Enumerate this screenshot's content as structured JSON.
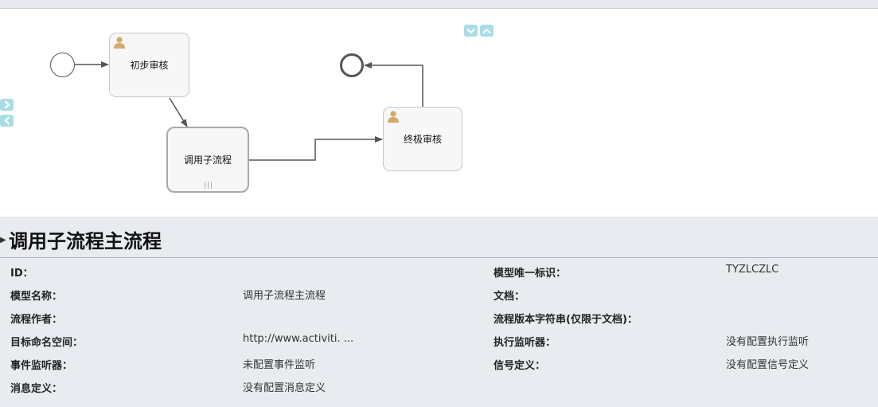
{
  "diagram": {
    "nodes": {
      "initial_review": "初步审核",
      "call_subprocess": "调用子流程",
      "final_review": "终极审核"
    }
  },
  "process": {
    "title": "调用子流程主流程"
  },
  "properties": {
    "id": {
      "label": "ID：",
      "value": ""
    },
    "model_key": {
      "label": "模型唯一标识：",
      "value": "TYZLCZLC"
    },
    "model_name": {
      "label": "模型名称：",
      "value": "调用子流程主流程"
    },
    "document": {
      "label": "文档：",
      "value": ""
    },
    "author": {
      "label": "流程作者：",
      "value": ""
    },
    "version_string": {
      "label": "流程版本字符串(仅限于文档)：",
      "value": ""
    },
    "namespace": {
      "label": "目标命名空间：",
      "value": "http://www.activiti. ..."
    },
    "exec_listeners": {
      "label": "执行监听器：",
      "value": "没有配置执行监听"
    },
    "event_listeners": {
      "label": "事件监听器：",
      "value": "未配置事件监听"
    },
    "signal_defs": {
      "label": "信号定义：",
      "value": "没有配置信号定义"
    },
    "message_defs": {
      "label": "消息定义：",
      "value": "没有配置消息定义"
    }
  }
}
